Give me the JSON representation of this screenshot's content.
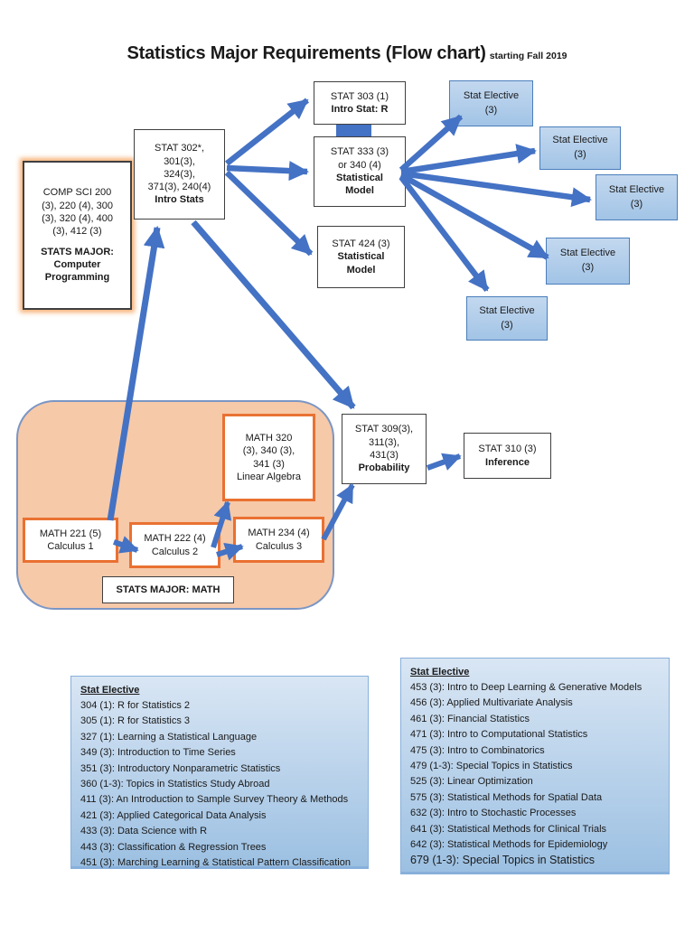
{
  "title": {
    "main": "Statistics Major Requirements (Flow chart)",
    "sub": "starting Fall 2019"
  },
  "colors": {
    "arrow": "#4472C4",
    "connector": "#4472C4",
    "orange": "#E97132",
    "peach-fill": "#F6C9A9",
    "peach-border": "#7B96C4",
    "elective-fill-top": "#C3D8EF",
    "elective-fill-bottom": "#A2C4E6",
    "elective-border": "#4A7EBB",
    "list-fill-top": "#D9E6F4",
    "list-fill-bottom": "#9CC0E2",
    "list-border": "#88B0DB"
  },
  "flowchart": {
    "comp_sci": {
      "courses": "COMP SCI 200\n(3), 220 (4), 300\n(3), 320 (4), 400\n(3), 412 (3)",
      "label": "STATS MAJOR:\nComputer\nProgramming"
    },
    "intro_stats": {
      "courses": "STAT 302*,\n301(3),\n324(3),\n371(3), 240(4)",
      "label": "Intro Stats"
    },
    "intro_stat_r": {
      "courses": "STAT 303 (1)",
      "label": "Intro Stat: R"
    },
    "statistical_model_333": {
      "courses": "STAT 333 (3)\nor 340 (4)",
      "label": "Statistical\nModel"
    },
    "statistical_model_424": {
      "courses": "STAT 424 (3)",
      "label": "Statistical\nModel"
    },
    "elective_label": "Stat Elective\n(3)",
    "math320": {
      "courses": "MATH 320\n(3), 340 (3),\n341 (3)",
      "label": "Linear Algebra"
    },
    "math221": {
      "courses": "MATH 221 (5)",
      "label": "Calculus 1"
    },
    "math222": {
      "courses": "MATH 222 (4)",
      "label": "Calculus 2"
    },
    "math234": {
      "courses": "MATH 234 (4)",
      "label": "Calculus 3"
    },
    "stats_major_math_label": "STATS MAJOR: MATH",
    "probability": {
      "courses": "STAT 309(3),\n311(3),\n431(3)",
      "label": "Probability"
    },
    "inference": {
      "courses": "STAT 310 (3)",
      "label": "Inference"
    }
  },
  "elective_lists": {
    "left": {
      "header": "Stat Elective",
      "items": [
        "304 (1): R for Statistics 2",
        "305 (1): R for Statistics 3",
        "327 (1):  Learning a Statistical Language",
        "349 (3): Introduction to Time Series",
        "351 (3):  Introductory Nonparametric Statistics",
        "360 (1-3): Topics in Statistics Study Abroad",
        "411 (3): An Introduction to Sample Survey Theory & Methods",
        "421 (3):  Applied Categorical Data Analysis",
        "433 (3): Data Science with R",
        "443 (3): Classification & Regression Trees",
        "451 (3): Marching Learning & Statistical Pattern Classification"
      ]
    },
    "right": {
      "header": "Stat Elective",
      "items": [
        "453 (3): Intro to Deep Learning & Generative Models",
        "456 (3): Applied Multivariate Analysis",
        "461 (3): Financial Statistics",
        "471 (3): Intro to Computational Statistics",
        "475 (3): Intro to Combinatorics",
        "479 (1-3): Special Topics in Statistics",
        "525 (3): Linear Optimization",
        "575 (3): Statistical Methods for Spatial Data",
        "632 (3): Intro to Stochastic Processes",
        "641 (3): Statistical Methods for Clinical Trials",
        "642 (3): Statistical Methods for Epidemiology",
        "679 (1-3): Special Topics in Statistics"
      ]
    }
  }
}
